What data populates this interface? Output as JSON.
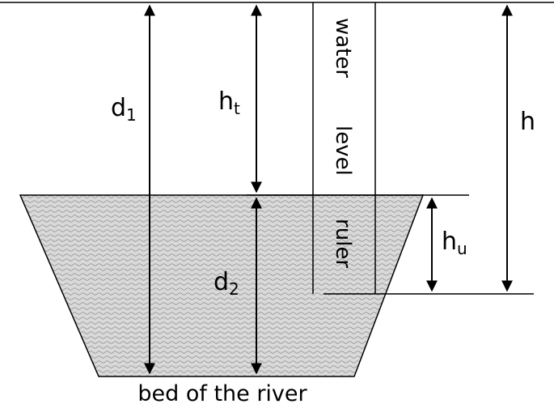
{
  "labels": {
    "d1": {
      "main": "d",
      "sub": "1"
    },
    "ht": {
      "main": "h",
      "sub": "t"
    },
    "h": {
      "main": "h"
    },
    "hu": {
      "main": "h",
      "sub": "u"
    },
    "d2": {
      "main": "d",
      "sub": "2"
    }
  },
  "ruler_words": [
    "water",
    "level",
    "ruler"
  ],
  "bed_label": "bed of the river",
  "colors": {
    "water_fill": "#d9d9d9",
    "water_texture": "#8c8c8c",
    "stroke": "#000000"
  }
}
